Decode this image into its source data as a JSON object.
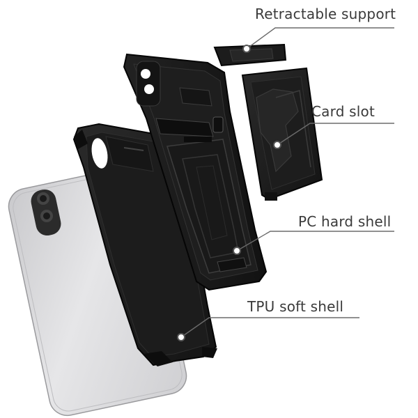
{
  "callouts": {
    "retractable_support": "Retractable support",
    "card_slot": "Card slot",
    "pc_hard_shell": "PC hard shell",
    "tpu_soft_shell": "TPU soft shell"
  },
  "colors": {
    "case_black": "#1b1b1b",
    "case_edge": "#0a0a0a",
    "phone_silver": "#d7d7d9",
    "leader_line": "#6b6b6b",
    "label_text": "#3a3a3a"
  }
}
